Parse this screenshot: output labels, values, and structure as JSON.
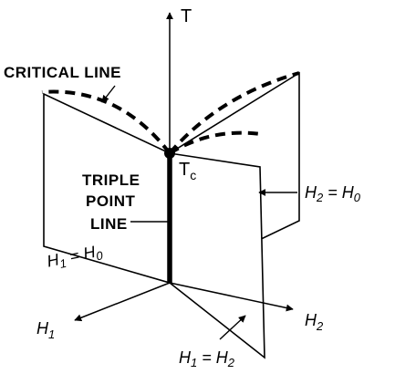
{
  "labels": {
    "axis_t": "T",
    "critical_line": "CRITICAL LINE",
    "tc_main": "T",
    "tc_sub": "c",
    "triple_1": "TRIPLE",
    "triple_2": "POINT",
    "triple_3": "LINE",
    "h2_eq_main": "H",
    "h2_eq_sub": "2",
    "h2_eq_eq": " = H",
    "h2_eq_sub0": "0",
    "h1_eq_main": "H",
    "h1_eq_sub": "1",
    "h1_eq_eq": " = H",
    "h1_eq_sub0": "0",
    "axis_h1_main": "H",
    "axis_h1_sub": "1",
    "axis_h2_main": "H",
    "axis_h2_sub": "2",
    "h1h2_main": "H",
    "h1h2_sub1": "1",
    "h1h2_eq": " = H",
    "h1h2_sub2": "2"
  }
}
